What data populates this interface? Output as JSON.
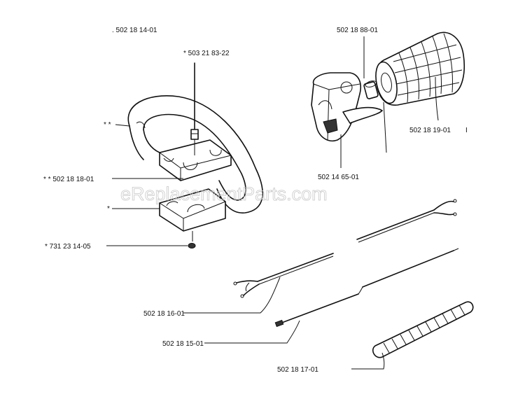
{
  "watermark": "eReplacementParts.com",
  "labels": {
    "loop_handle": ". 502 18 14-01",
    "screw": "* 503 21 83-22",
    "clamp_upper": "* * 502 18 18-01",
    "clamp_lower": "*",
    "nut": "* 731 23 14-05",
    "loop_side": "* *",
    "spacer": "502 18 88-01",
    "grip": "502 18 19-01",
    "grip_mark": "I",
    "throttle_housing": "502 14 65-01",
    "cable": "502 18 16-01",
    "wire": "502 18 15-01",
    "hose": "502 18 17-01"
  }
}
